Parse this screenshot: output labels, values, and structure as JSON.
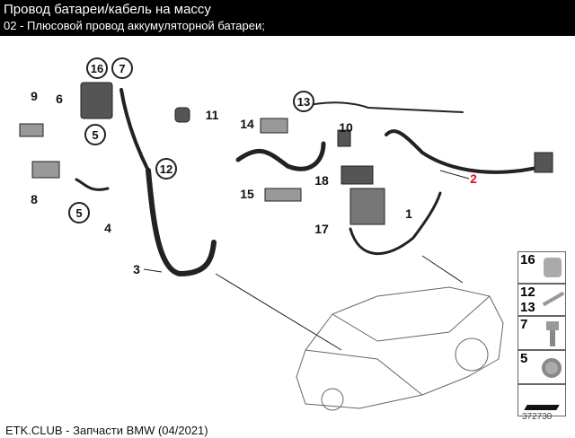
{
  "header": {
    "title": "Провод батареи/кабель на массу",
    "subtitle": "02 - Плюсовой провод аккумуляторной батареи;"
  },
  "callouts": [
    {
      "label": "16",
      "circled": true
    },
    {
      "label": "7",
      "circled": true
    },
    {
      "label": "6"
    },
    {
      "label": "9"
    },
    {
      "label": "8"
    },
    {
      "label": "5",
      "circled": true
    },
    {
      "label": "5",
      "circled": true
    },
    {
      "label": "4"
    },
    {
      "label": "12",
      "circled": true
    },
    {
      "label": "11"
    },
    {
      "label": "13",
      "circled": true
    },
    {
      "label": "14"
    },
    {
      "label": "10"
    },
    {
      "label": "18"
    },
    {
      "label": "15"
    },
    {
      "label": "17"
    },
    {
      "label": "1"
    },
    {
      "label": "2",
      "highlight": "#e0102a"
    },
    {
      "label": "3"
    }
  ],
  "legend": [
    {
      "label": "16"
    },
    {
      "label": "12"
    },
    {
      "label": "13"
    },
    {
      "label": "7"
    },
    {
      "label": "5"
    }
  ],
  "doc_number": "372730",
  "footer": "ETK.CLUB - Запчасти BMW (04/2021)"
}
